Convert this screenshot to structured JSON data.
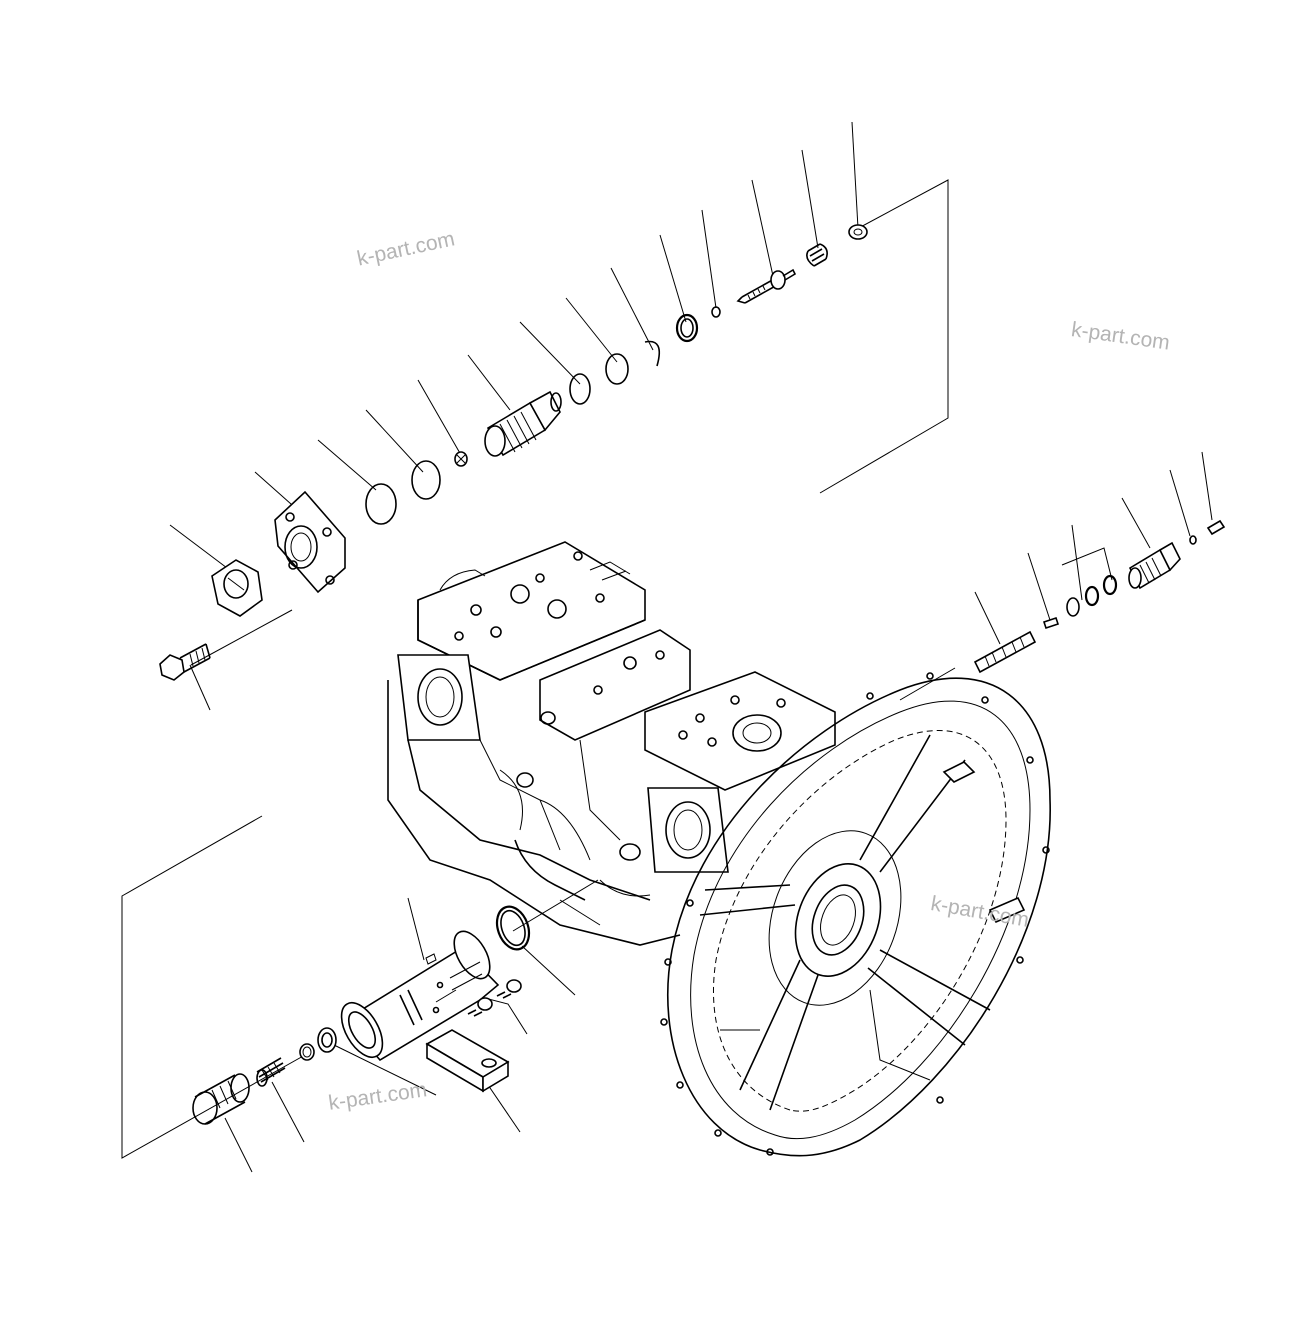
{
  "watermarks": [
    {
      "id": "wm1",
      "text": "k-part.com"
    },
    {
      "id": "wm2",
      "text": "k-part.com"
    },
    {
      "id": "wm3",
      "text": "k-part.com"
    },
    {
      "id": "wm4",
      "text": "k-part.com"
    }
  ],
  "colors": {
    "line": "#000000",
    "background": "#ffffff",
    "watermark": "#b4b4b4"
  }
}
